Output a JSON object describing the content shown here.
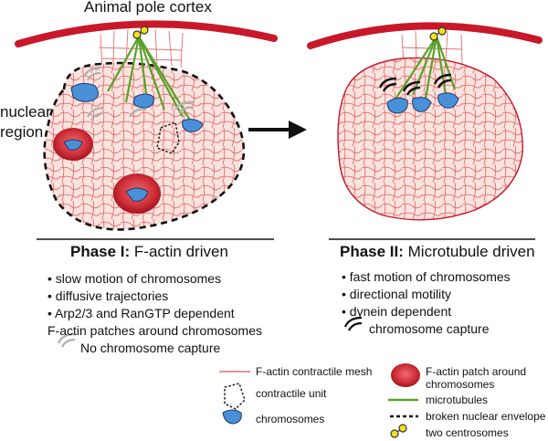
{
  "title": "Animal pole cortex",
  "side_label": "nuclear region",
  "phase1": {
    "heading_bold": "Phase I:",
    "heading_rest": " F-actin driven",
    "bullets": [
      "• slow motion of chromosomes",
      "• diffusive trajectories",
      "• Arp2/3 and RanGTP dependent",
      "F-actin patches around chromosomes",
      "No chromosome capture"
    ]
  },
  "phase2": {
    "heading_bold": "Phase II:",
    "heading_rest": " Microtubule driven",
    "bullets": [
      "• fast motion of chromosomes",
      "• directional motility",
      "• dynein dependent",
      "chromosome capture"
    ]
  },
  "legend": {
    "mesh": "F-actin contractile mesh",
    "unit": "contractile unit",
    "chromosomes": "chromosomes",
    "patch": "F-actin patch around chromosomes",
    "microtubules": "microtubules",
    "envelope": "broken nuclear envelope",
    "centrosomes": "two centrosomes"
  },
  "colors": {
    "cortex": "#c8182a",
    "mesh": "#e07070",
    "fill": "#fbe3df",
    "chromosome": "#4a90d9",
    "microtubule": "#5aa12a",
    "centrosome": "#f2e21a",
    "patch": "#cc2b35"
  }
}
